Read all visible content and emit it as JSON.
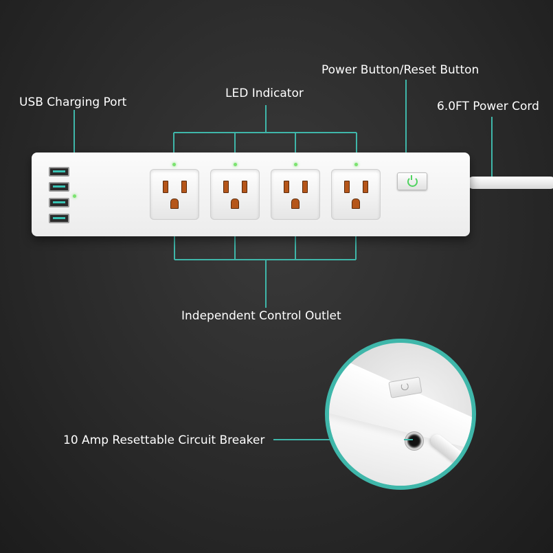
{
  "labels": {
    "usb": "USB Charging Port",
    "led": "LED Indicator",
    "power_button": "Power Button/Reset Button",
    "power_cord": "6.0FT Power Cord",
    "outlet": "Independent Control Outlet",
    "breaker": "10 Amp Resettable Circuit Breaker"
  },
  "colors": {
    "background": "#2a2a2a",
    "callout_line": "#3fb7aa",
    "led_green": "#7be36f",
    "outlet_contact": "#b5561a",
    "label_text": "#ffffff"
  },
  "icons": [
    "power-icon",
    "usb-port-icon",
    "circuit-breaker-icon"
  ]
}
